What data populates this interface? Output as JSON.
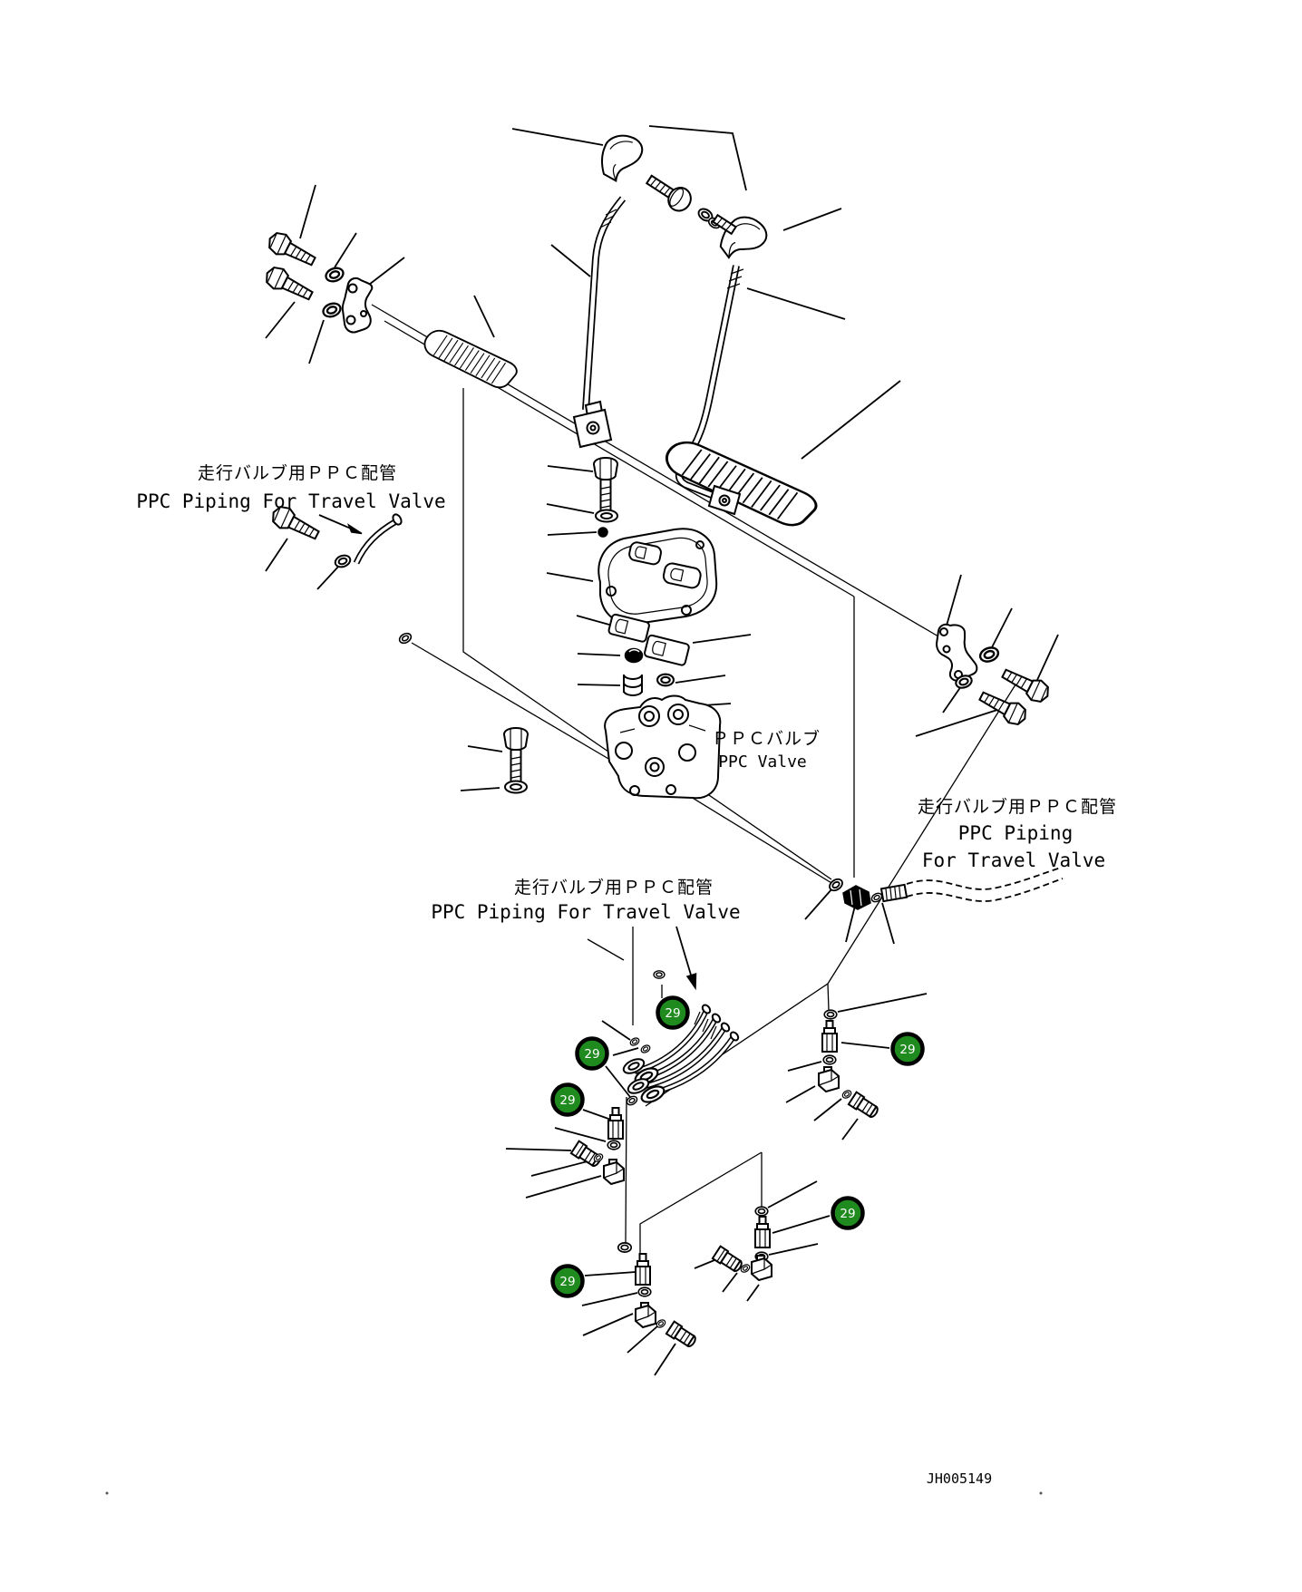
{
  "labels": {
    "left_piping": {
      "jp": "走行バルブ用ＰＰＣ配管",
      "en": "PPC Piping For Travel Valve"
    },
    "middle_piping": {
      "jp": "走行バルブ用ＰＰＣ配管",
      "en": "PPC Piping For Travel Valve"
    },
    "right_piping": {
      "jp": "走行バルブ用ＰＰＣ配管",
      "en_line1": "PPC Piping",
      "en_line2": "For Travel Valve"
    },
    "ppc_valve": {
      "jp": "ＰＰＣバルブ",
      "en": "PPC Valve"
    }
  },
  "callouts": {
    "items": [
      {
        "value": "29"
      },
      {
        "value": "29"
      },
      {
        "value": "29"
      },
      {
        "value": "29"
      },
      {
        "value": "29"
      },
      {
        "value": "29"
      }
    ]
  },
  "drawing_number": "JH005149",
  "colors": {
    "callout_green": "#1f8b1f",
    "line": "#000000",
    "background": "#ffffff"
  }
}
